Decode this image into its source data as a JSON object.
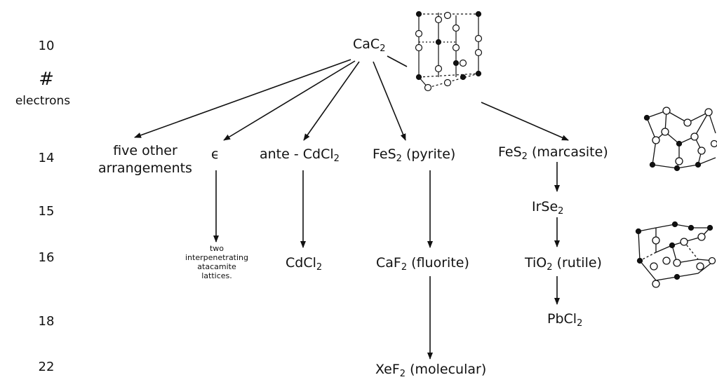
{
  "axis": {
    "levels": [
      "10",
      "14",
      "15",
      "16",
      "18",
      "22"
    ],
    "hash": "#",
    "electrons": "electrons"
  },
  "nodes": {
    "cac2": {
      "base": "CaC",
      "sub": "2"
    },
    "five": {
      "line1": "five other",
      "line2": "arrangements"
    },
    "epsilon": "ϵ",
    "ante": {
      "base": "ante - CdCl",
      "sub": "2"
    },
    "pyrite": {
      "base": "FeS",
      "sub": "2",
      "suffix": " (pyrite)"
    },
    "marcasite": {
      "base": "FeS",
      "sub": "2",
      "suffix": " (marcasite)"
    },
    "irse2": {
      "base": "IrSe",
      "sub": "2"
    },
    "two": {
      "l1": "two",
      "l2": "interpenetrating",
      "l3": "atacamite",
      "l4": "lattices."
    },
    "cdcl2": {
      "base": "CdCl",
      "sub": "2"
    },
    "fluorite": {
      "base": "CaF",
      "sub": "2",
      "suffix": "  (fluorite)"
    },
    "rutile": {
      "base": "TiO",
      "sub": "2",
      "suffix": " (rutile)"
    },
    "pbcl2": {
      "base": "PbCl",
      "sub": "2"
    },
    "xef2": {
      "base": "XeF",
      "sub": "2",
      "suffix": "  (molecular)"
    }
  },
  "colors": {
    "ink": "#111111",
    "paper": "#ffffff"
  }
}
